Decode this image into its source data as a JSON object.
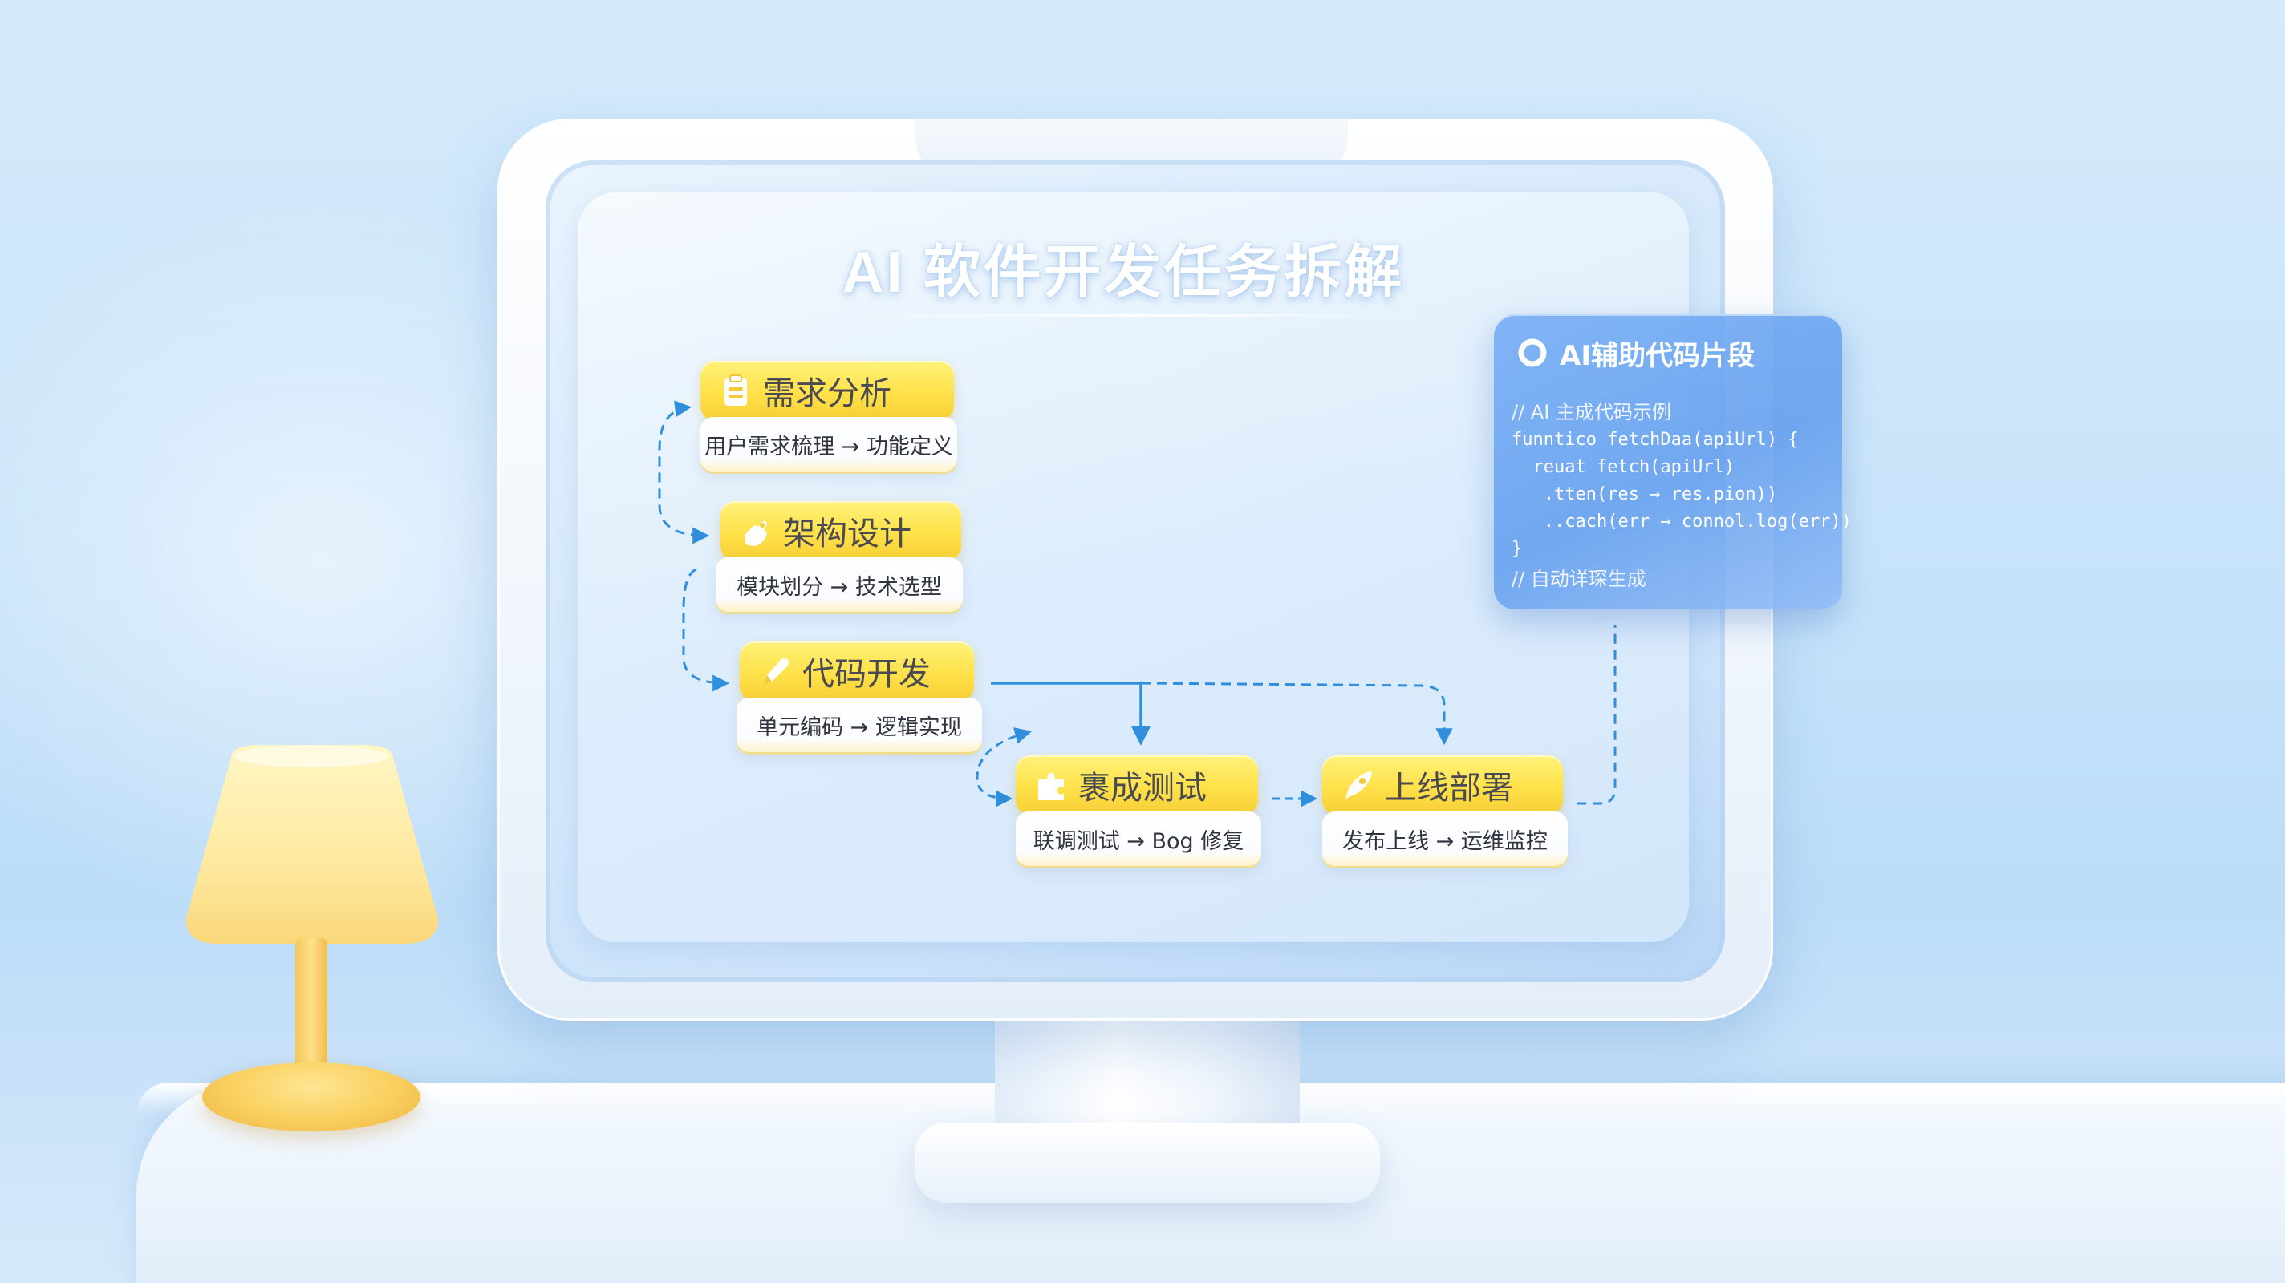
{
  "diagram": {
    "title": "AI 软件开发任务拆解",
    "nodes": [
      {
        "id": "req",
        "title": "需求分析",
        "desc": "用户需求梳理 → 功能定义",
        "icon": "clipboard-icon"
      },
      {
        "id": "arch",
        "title": "架构设计",
        "desc": "模块划分 → 技术选型",
        "icon": "hand-icon"
      },
      {
        "id": "dev",
        "title": "代码开发",
        "desc": "单元编码 → 逻辑实现",
        "icon": "pen-icon"
      },
      {
        "id": "test",
        "title": "裹成测试",
        "desc": "联调测试 → Bog 修复",
        "icon": "puzzle-icon"
      },
      {
        "id": "deploy",
        "title": "上线部署",
        "desc": "发布上线 → 运维监控",
        "icon": "rocket-icon"
      }
    ],
    "edges": [
      {
        "from": "req",
        "to": "arch",
        "style": "dashed"
      },
      {
        "from": "arch",
        "to": "dev",
        "style": "dashed"
      },
      {
        "from": "dev",
        "to": "test",
        "style": "solid"
      },
      {
        "from": "dev",
        "to": "deploy",
        "style": "dashed"
      },
      {
        "from": "test",
        "to": "deploy",
        "style": "dashed"
      },
      {
        "from": "deploy",
        "to": "code_panel",
        "style": "dashed"
      }
    ]
  },
  "code_panel": {
    "title": "AI辅助代码片段",
    "icon": "ring-icon",
    "lines": [
      "// AI 主成代码示例",
      "funntico fetchDaa(apiUrl) {",
      "  reuat fetch(apiUrl)",
      "   .tten(res → res.pion))",
      "   ..cach(err → connol.log(err))",
      "}",
      "// 自动详琛生成"
    ]
  },
  "colors": {
    "node_header": "#ffe14a",
    "arrow": "#2f8fdc",
    "code_panel": "#6ea6ef",
    "title_text": "#ffffff"
  }
}
